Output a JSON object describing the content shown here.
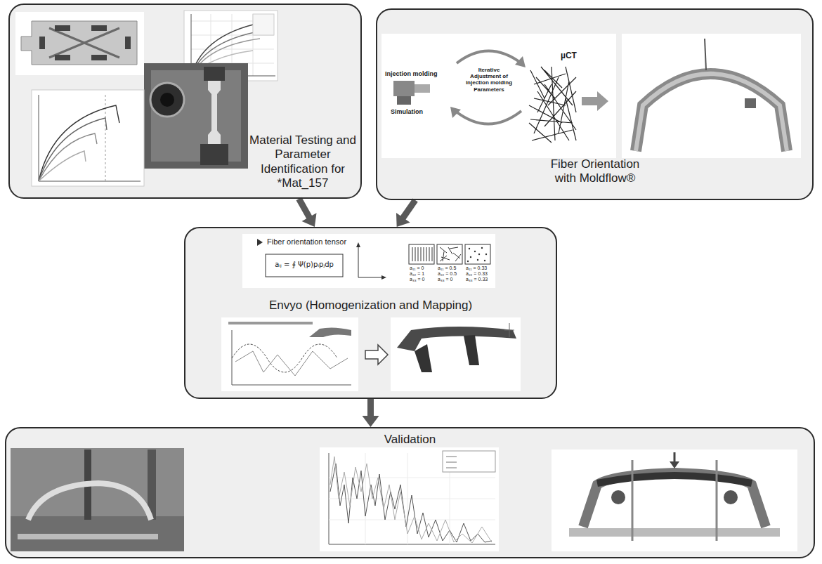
{
  "diagram": {
    "nodes": [
      {
        "text": [
          "Material Testing and Parameter Identification for *Mat_157"
        ]
      },
      {
        "text": [
          "Fiber Orientation with Moldflow®"
        ]
      },
      {
        "text": [
          "Envyo (Homogenization and Mapping)"
        ]
      },
      {
        "text": [
          "Validation"
        ]
      }
    ],
    "edges": [
      {
        "from": 0,
        "to": 2,
        "arrow": "to"
      },
      {
        "from": 1,
        "to": 2,
        "arrow": "to"
      },
      {
        "from": 2,
        "to": 3,
        "arrow": "to"
      }
    ],
    "labels": [
      "Injection molding",
      "Simulation",
      "Iterative Adjustment of injection molding Parameters",
      "µCT",
      "Fiber orientation tensor",
      "aᵢⱼ = ∮ Ψ(p)pᵢpⱼdp",
      "a₁₁ = 0",
      "a₂₂ = 1",
      "a₃₃ = 0",
      "a₁₁ = 0.5",
      "a₂₂ = 0.5",
      "a₃₃ = 0",
      "a₁₁ = 0.33",
      "a₂₂ = 0.33",
      "a₃₃ = 0.33"
    ]
  }
}
